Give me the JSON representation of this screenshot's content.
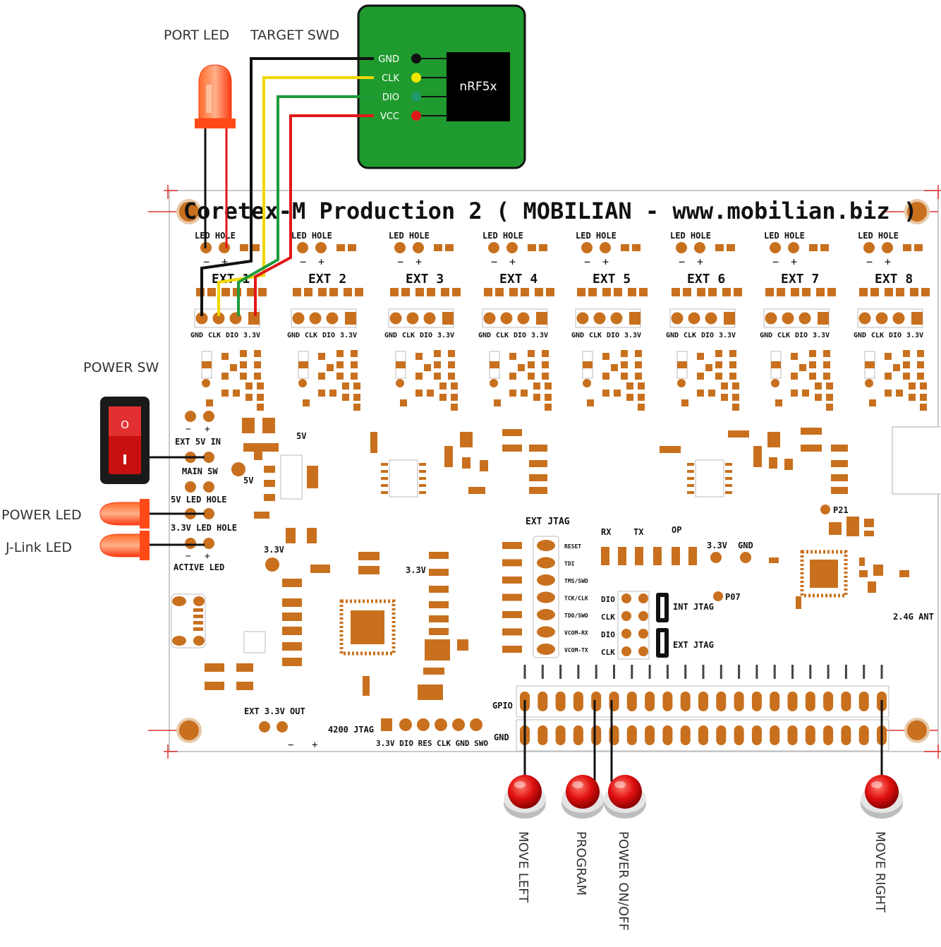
{
  "labels": {
    "port_led": "PORT LED",
    "target_swd": "TARGET SWD",
    "power_sw": "POWER SW",
    "power_led": "POWER LED",
    "jlink_led": "J-Link LED"
  },
  "target": {
    "chip": "nRF5x",
    "pins": [
      "GND",
      "CLK",
      "DIO",
      "VCC"
    ]
  },
  "board": {
    "title": "Coretex-M Production 2 ( MOBILIAN - www.mobilian.biz )",
    "led_hole": "LED HOLE",
    "pin_labels": [
      "GND",
      "CLK",
      "DIO",
      "3.3V"
    ],
    "exts": [
      "EXT 1",
      "EXT 2",
      "EXT 3",
      "EXT 4",
      "EXT 5",
      "EXT 6",
      "EXT 7",
      "EXT 8"
    ],
    "left": {
      "ext5v": "EXT 5V IN",
      "main_sw": "MAIN SW",
      "led5v": "5V LED HOLE",
      "led33": "3.3V LED HOLE",
      "active": "ACTIVE LED",
      "v5": "5V",
      "v33": "3.3V"
    },
    "ext_jtag": "EXT JTAG",
    "jtag_pins": [
      "RESET",
      "TDI",
      "TMS/SWD",
      "TCK/CLK",
      "TDO/SWO",
      "VCOM-RX",
      "VCOM-TX"
    ],
    "rx": "RX",
    "tx": "TX",
    "op": "OP",
    "v33b": "3.3V",
    "gnd": "GND",
    "int_jtag": "INT JTAG",
    "ext_jtag2": "EXT JTAG",
    "sw_pins": [
      "DIO",
      "CLK",
      "DIO",
      "CLK"
    ],
    "p07": "P07",
    "p21": "P21",
    "ant": "2.4G ANT",
    "gpio": "GPIO",
    "gnd2": "GND",
    "ext33out": "EXT 3.3V OUT",
    "j4200": "4200 JTAG",
    "jtag_row": "3.3V DIO RES CLK GND SWO",
    "v33c": "3.3V"
  },
  "buttons": [
    "MOVE LEFT",
    "PROGRAM",
    "POWER ON/OFF",
    "MOVE RIGHT"
  ],
  "colors": {
    "pad": "#c8701e",
    "target_board": "#1f9a2e",
    "wire_gnd": "#111111",
    "wire_clk": "#f0d800",
    "wire_dio": "#1f9a3a",
    "wire_vcc": "#e01818",
    "led": "#ff3a10",
    "button": "#e01010"
  }
}
